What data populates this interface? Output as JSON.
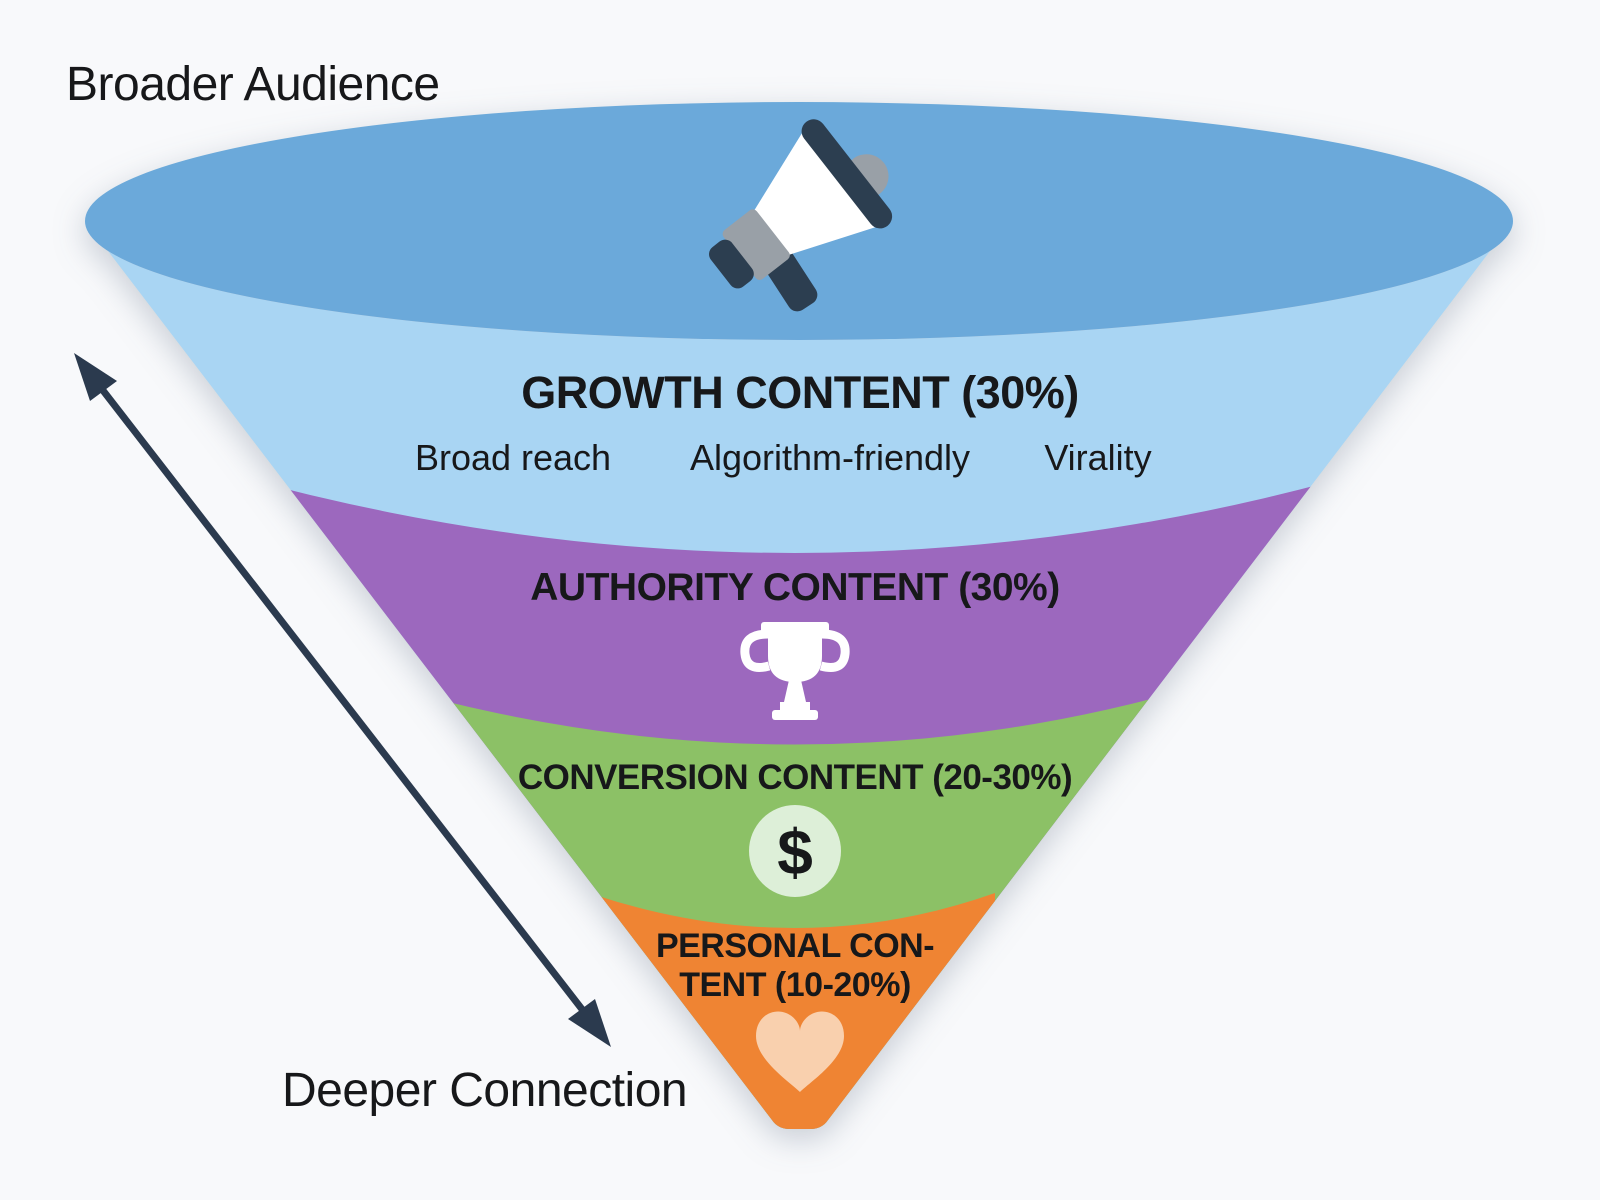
{
  "diagram": {
    "type": "inverted-funnel",
    "top_left_label": "Broader Audience",
    "bottom_left_label": "Deeper Connection"
  },
  "funnel": {
    "top_surface_color": "#6ba9da",
    "sections": [
      {
        "id": "growth",
        "label": "GROWTH CONTENT (30%)",
        "sublabels": [
          "Broad reach",
          "Algorithm-friendly",
          "Virality"
        ],
        "color": "#a9d5f3",
        "icon": "megaphone-icon"
      },
      {
        "id": "authority",
        "label": "AUTHORITY CONTENT (30%)",
        "color": "#9c68be",
        "icon": "trophy-icon"
      },
      {
        "id": "conversion",
        "label": "CONVERSION CONTENT (20-30%)",
        "color": "#8cc166",
        "icon": "dollar-icon",
        "icon_char": "$"
      },
      {
        "id": "personal",
        "label_line1": "PERSONAL CON-",
        "label_line2": "TENT (10-20%)",
        "color": "#ef8433",
        "icon": "heart-icon"
      }
    ]
  },
  "icons": {
    "megaphone_body": "#ffffff",
    "megaphone_navy": "#2c3e50",
    "megaphone_gray": "#99a0a7",
    "trophy": "#ffffff",
    "dollar_circle_bg": "#ddefd8",
    "dollar_glyph_color": "#4f7f45",
    "heart": "#f9d0ae"
  },
  "arrow": {
    "name": "broader-to-deeper-axis",
    "color": "#2b3a4e"
  },
  "colors": {
    "background": "#f8f9fb",
    "text": "#17181a"
  }
}
